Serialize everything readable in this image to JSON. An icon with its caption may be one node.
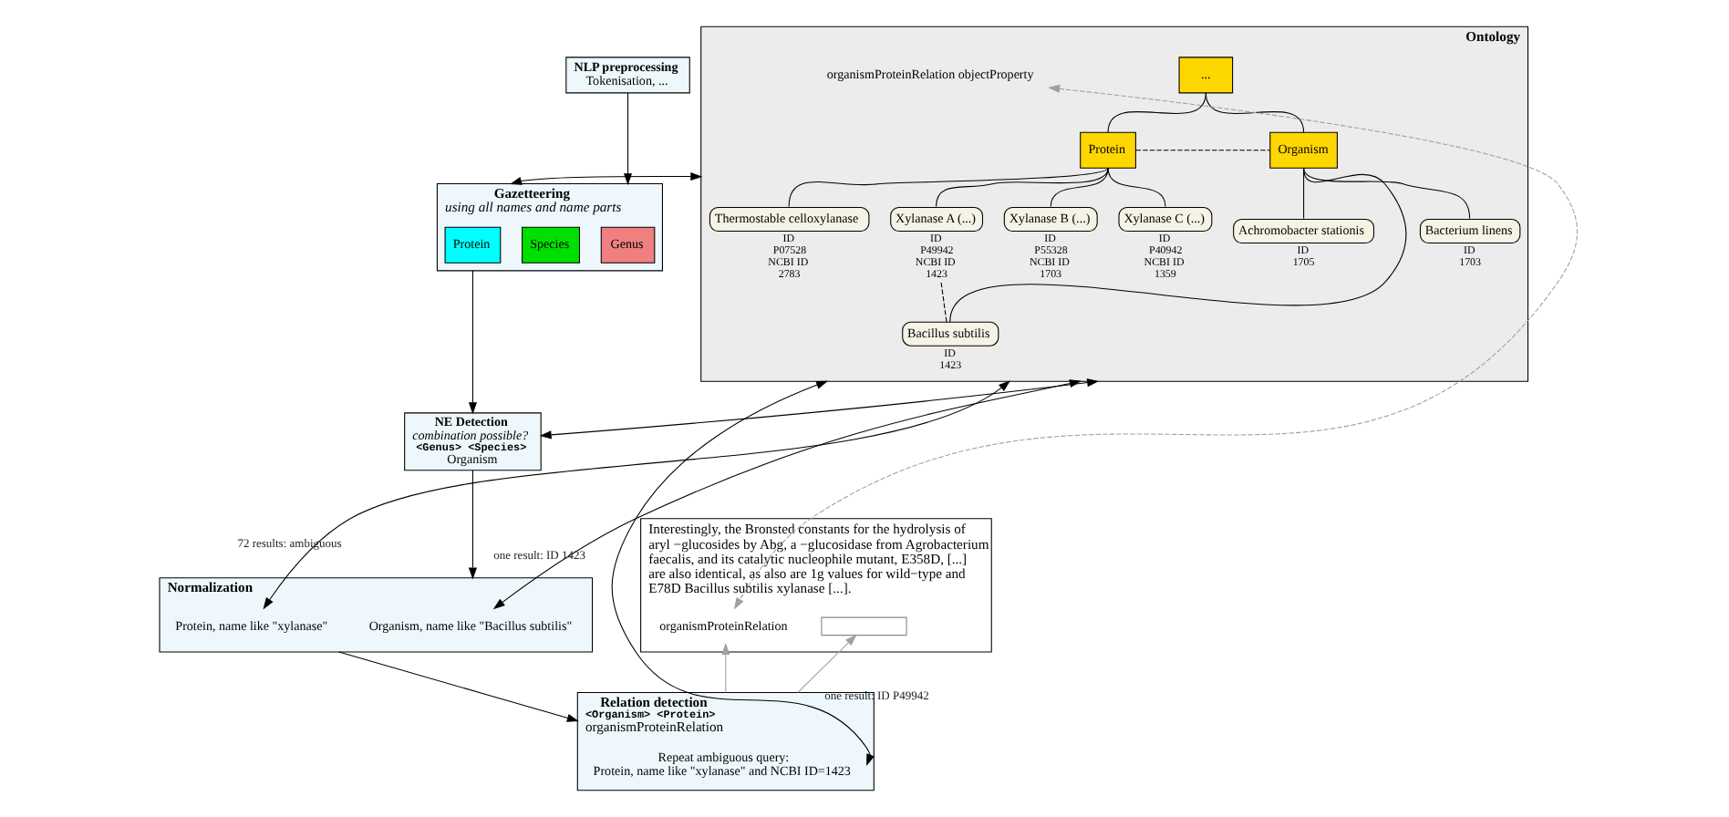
{
  "diagram": {
    "nodes": [
      {
        "text": [
          "Interestingly, the Bronsted constants for the hydrolysis of aryl −glucosides by Abg, a −glucosidase from Agrobacterium faecalis, and its catalytic nucleophile mutant, E358D, [...] are also identical, as also are 1g values for wild−type and E78D Bacillus subtilis xylanase [...]."
        ]
      },
      {
        "text": [
          "organismProteinRelation"
        ],
        "in": 0
      },
      {
        "text": [],
        "shape": "box",
        "in": 0
      },
      {
        "text": [
          "NLP preprocessing",
          "Tokenisation, ..."
        ]
      },
      {
        "text": [
          "Gazetteering",
          "using all names and name parts"
        ]
      },
      {
        "text": [
          "Genus"
        ],
        "in": 4
      },
      {
        "text": [
          "Species"
        ],
        "in": 4
      },
      {
        "text": [
          "Protein"
        ],
        "in": 4
      },
      {
        "text": [
          "NE Detection",
          "combination possible?",
          "<Genus> <Species>",
          "Organism"
        ]
      },
      {
        "text": [
          "Normalization"
        ]
      },
      {
        "text": [
          "Organism, name like \"Bacillus subtilis\""
        ],
        "in": 9
      },
      {
        "text": [
          "Protein, name like \"xylanase\""
        ],
        "in": 9
      },
      {
        "text": [
          "Relation detection",
          "<Organism> <Protein>",
          "organismProteinRelation"
        ]
      },
      {
        "text": [
          "Repeat ambiguous query:",
          "Protein, name like \"xylanase\" and NCBI ID=1423"
        ],
        "in": 12
      },
      {
        "text": [
          "Ontology"
        ]
      },
      {
        "text": [
          "..."
        ],
        "in": 14
      },
      {
        "text": [
          "Protein"
        ],
        "in": 14
      },
      {
        "text": [
          "Organism"
        ],
        "in": 14
      },
      {
        "text": [
          "organismProteinRelation objectProperty"
        ],
        "in": 14
      },
      {
        "text": [
          "Thermostable celloxylanase"
        ],
        "in": 14,
        "beside": [
          "ID",
          "P07528",
          "NCBI ID",
          "2783"
        ]
      },
      {
        "text": [
          "Xylanase A (...)"
        ],
        "in": 14,
        "beside": [
          "ID",
          "P49942",
          "NCBI ID",
          "1423"
        ]
      },
      {
        "text": [
          "Xylanase B (...)"
        ],
        "in": 14,
        "beside": [
          "ID",
          "P55328",
          "NCBI ID",
          "1703"
        ]
      },
      {
        "text": [
          "Xylanase C (...)"
        ],
        "in": 14,
        "beside": [
          "ID",
          "P40942",
          "NCBI ID",
          "1359"
        ]
      },
      {
        "text": [
          "Achromobacter stationis"
        ],
        "in": 14,
        "beside": [
          "ID",
          "1705"
        ]
      },
      {
        "text": [
          "Bacillus subtilis"
        ],
        "in": 14,
        "beside": [
          "ID",
          "1423"
        ]
      },
      {
        "text": [
          "Bacterium linens"
        ],
        "in": 14,
        "beside": [
          "ID",
          "1703"
        ]
      }
    ],
    "edges": [
      {
        "from": 3,
        "to": 4,
        "arrow": "to"
      },
      {
        "from": 4,
        "to": 8,
        "arrow": "to"
      },
      {
        "from": 8,
        "to": 9,
        "arrow": "to"
      },
      {
        "from": 9,
        "to": 12,
        "arrow": "to"
      },
      {
        "from": 12,
        "to": 1,
        "arrow": "to",
        "color": "#a0a0a0"
      },
      {
        "from": 12,
        "to": 2,
        "arrow": "to",
        "color": "#a0a0a0"
      },
      {
        "from": 18,
        "to": 1,
        "arrow": "both",
        "style": "dashed",
        "color": "#a0a0a0"
      },
      {
        "from": 4,
        "to": 14,
        "arrow": "both"
      },
      {
        "from": 8,
        "to": 14,
        "arrow": "both"
      },
      {
        "from": 10,
        "to": 14,
        "arrow": "both",
        "label": "one result: ID 1423"
      },
      {
        "from": 11,
        "to": 14,
        "arrow": "both",
        "label": "72 results: ambiguous"
      },
      {
        "from": 13,
        "to": 14,
        "arrow": "both",
        "label": "one result: ID P49942"
      },
      {
        "from": 15,
        "to": 16,
        "arrow": "none"
      },
      {
        "from": 15,
        "to": 17,
        "arrow": "none"
      },
      {
        "from": 16,
        "to": 17,
        "arrow": "none",
        "style": "dashed"
      },
      {
        "from": 16,
        "to": 19,
        "arrow": "none"
      },
      {
        "from": 16,
        "to": 20,
        "arrow": "none"
      },
      {
        "from": 16,
        "to": 21,
        "arrow": "none"
      },
      {
        "from": 16,
        "to": 22,
        "arrow": "none"
      },
      {
        "from": 17,
        "to": 23,
        "arrow": "none"
      },
      {
        "from": 17,
        "to": 24,
        "arrow": "none"
      },
      {
        "from": 17,
        "to": 25,
        "arrow": "none"
      },
      {
        "from": 20,
        "to": 24,
        "arrow": "none",
        "style": "dashed"
      }
    ]
  }
}
